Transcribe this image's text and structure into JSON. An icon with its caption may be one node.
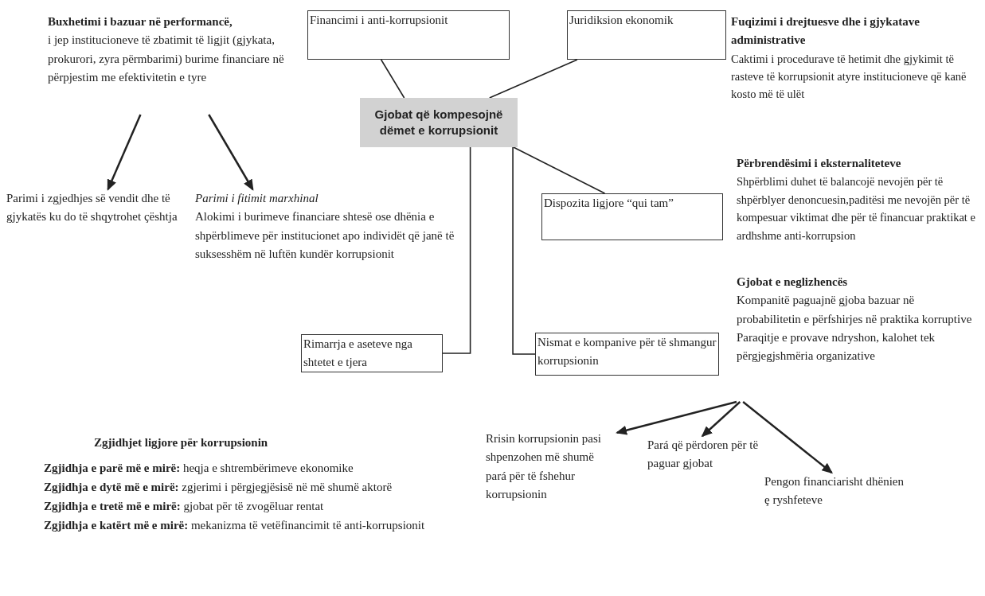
{
  "diagram": {
    "nodes": [
      {
        "text": [
          "Gjobat që kompesojnë dëmet e korrupsionit"
        ]
      },
      {
        "text": [
          "Financimi i anti-korrupsionit"
        ]
      },
      {
        "text": [
          "Juridiksion ekonomik"
        ],
        "beside": [
          "Fuqizimi i drejtuesve dhe i gjykatave administrative",
          "Caktimi i procedurave të hetimit dhe gjykimit të rasteve të korrupsionit atyre institucioneve që kanë kosto më të ulët"
        ]
      },
      {
        "text": [
          "Buxhetimi i bazuar në performancë,",
          "i jep institucioneve të zbatimit të ligjit (gjykata, prokurori, zyra përmbarimi) burime financiare në përpjestim me efektivitetin e tyre"
        ]
      },
      {
        "text": [
          "Parimi i zgjedhjes së vendit dhe të gjykatës ku do të shqytrohet çështja"
        ]
      },
      {
        "text": [
          "Parimi i fitimit marxhinal",
          "Alokimi i burimeve financiare shtesë ose dhënia e shpërblimeve për institucionet apo individët që janë të suksesshëm në luftën kundër korrupsionit"
        ]
      },
      {
        "text": [
          "Dispozita ligjore “qui tam”"
        ],
        "beside": [
          "Përbrendësimi i eksternaliteteve",
          "Shpërblimi duhet të balancojë nevojën për të shpërblyer denoncuesin,paditësi me nevojën për të kompesuar viktimat dhe për të financuar praktikat e ardhshme anti-korrupsion"
        ]
      },
      {
        "text": [
          "Rimarrja e aseteve nga shtetet e tjera"
        ]
      },
      {
        "text": [
          "Nismat e kompanive për të shmangur korrupsionin"
        ]
      },
      {
        "text": [
          "Gjobat e neglizhencës",
          "Kompanitë paguajnë gjoba bazuar në probabilitetin e përfshirjes në praktika korruptive Paraqitje e provave ndryshon, kalohet tek përgjegjshmëria organizative"
        ]
      },
      {
        "text": [
          "Rrisin korrupsionin pasi shpenzohen më shumë pará për të fshehur korrupsionin"
        ]
      },
      {
        "text": [
          "Pará që përdoren për të paguar gjobat"
        ]
      },
      {
        "text": [
          "Pengon financiarisht dhënien ȩ ryshfeteve"
        ]
      }
    ],
    "edges": [
      {
        "from": 1,
        "to": 0,
        "arrow": "none"
      },
      {
        "from": 2,
        "to": 0,
        "arrow": "none"
      },
      {
        "from": 3,
        "to": 4,
        "arrow": "to"
      },
      {
        "from": 3,
        "to": 5,
        "arrow": "to"
      },
      {
        "from": 0,
        "to": 6,
        "arrow": "none"
      },
      {
        "from": 0,
        "to": 7,
        "arrow": "none"
      },
      {
        "from": 0,
        "to": 8,
        "arrow": "none"
      },
      {
        "from": 9,
        "to": 10,
        "arrow": "to"
      },
      {
        "from": 9,
        "to": 11,
        "arrow": "to"
      },
      {
        "from": 9,
        "to": 12,
        "arrow": "to"
      }
    ],
    "labels": [
      "Zgjidhjet ligjore për korrupsionin",
      "**Zgjidhja e parë më e mirë:** heqja e shtrembërimeve ekonomike",
      "**Zgjidhja e dytë më e mirë:** zgjerimi i përgjegjësisë në më shumë aktorë",
      "**Zgjidhja e tretë më e mirë:** gjobat për të zvogëluar rentat",
      "**Zgjidhja e katërt më e mirë:** mekanizma të vetëfinancimit të anti-korrupsionit"
    ]
  }
}
